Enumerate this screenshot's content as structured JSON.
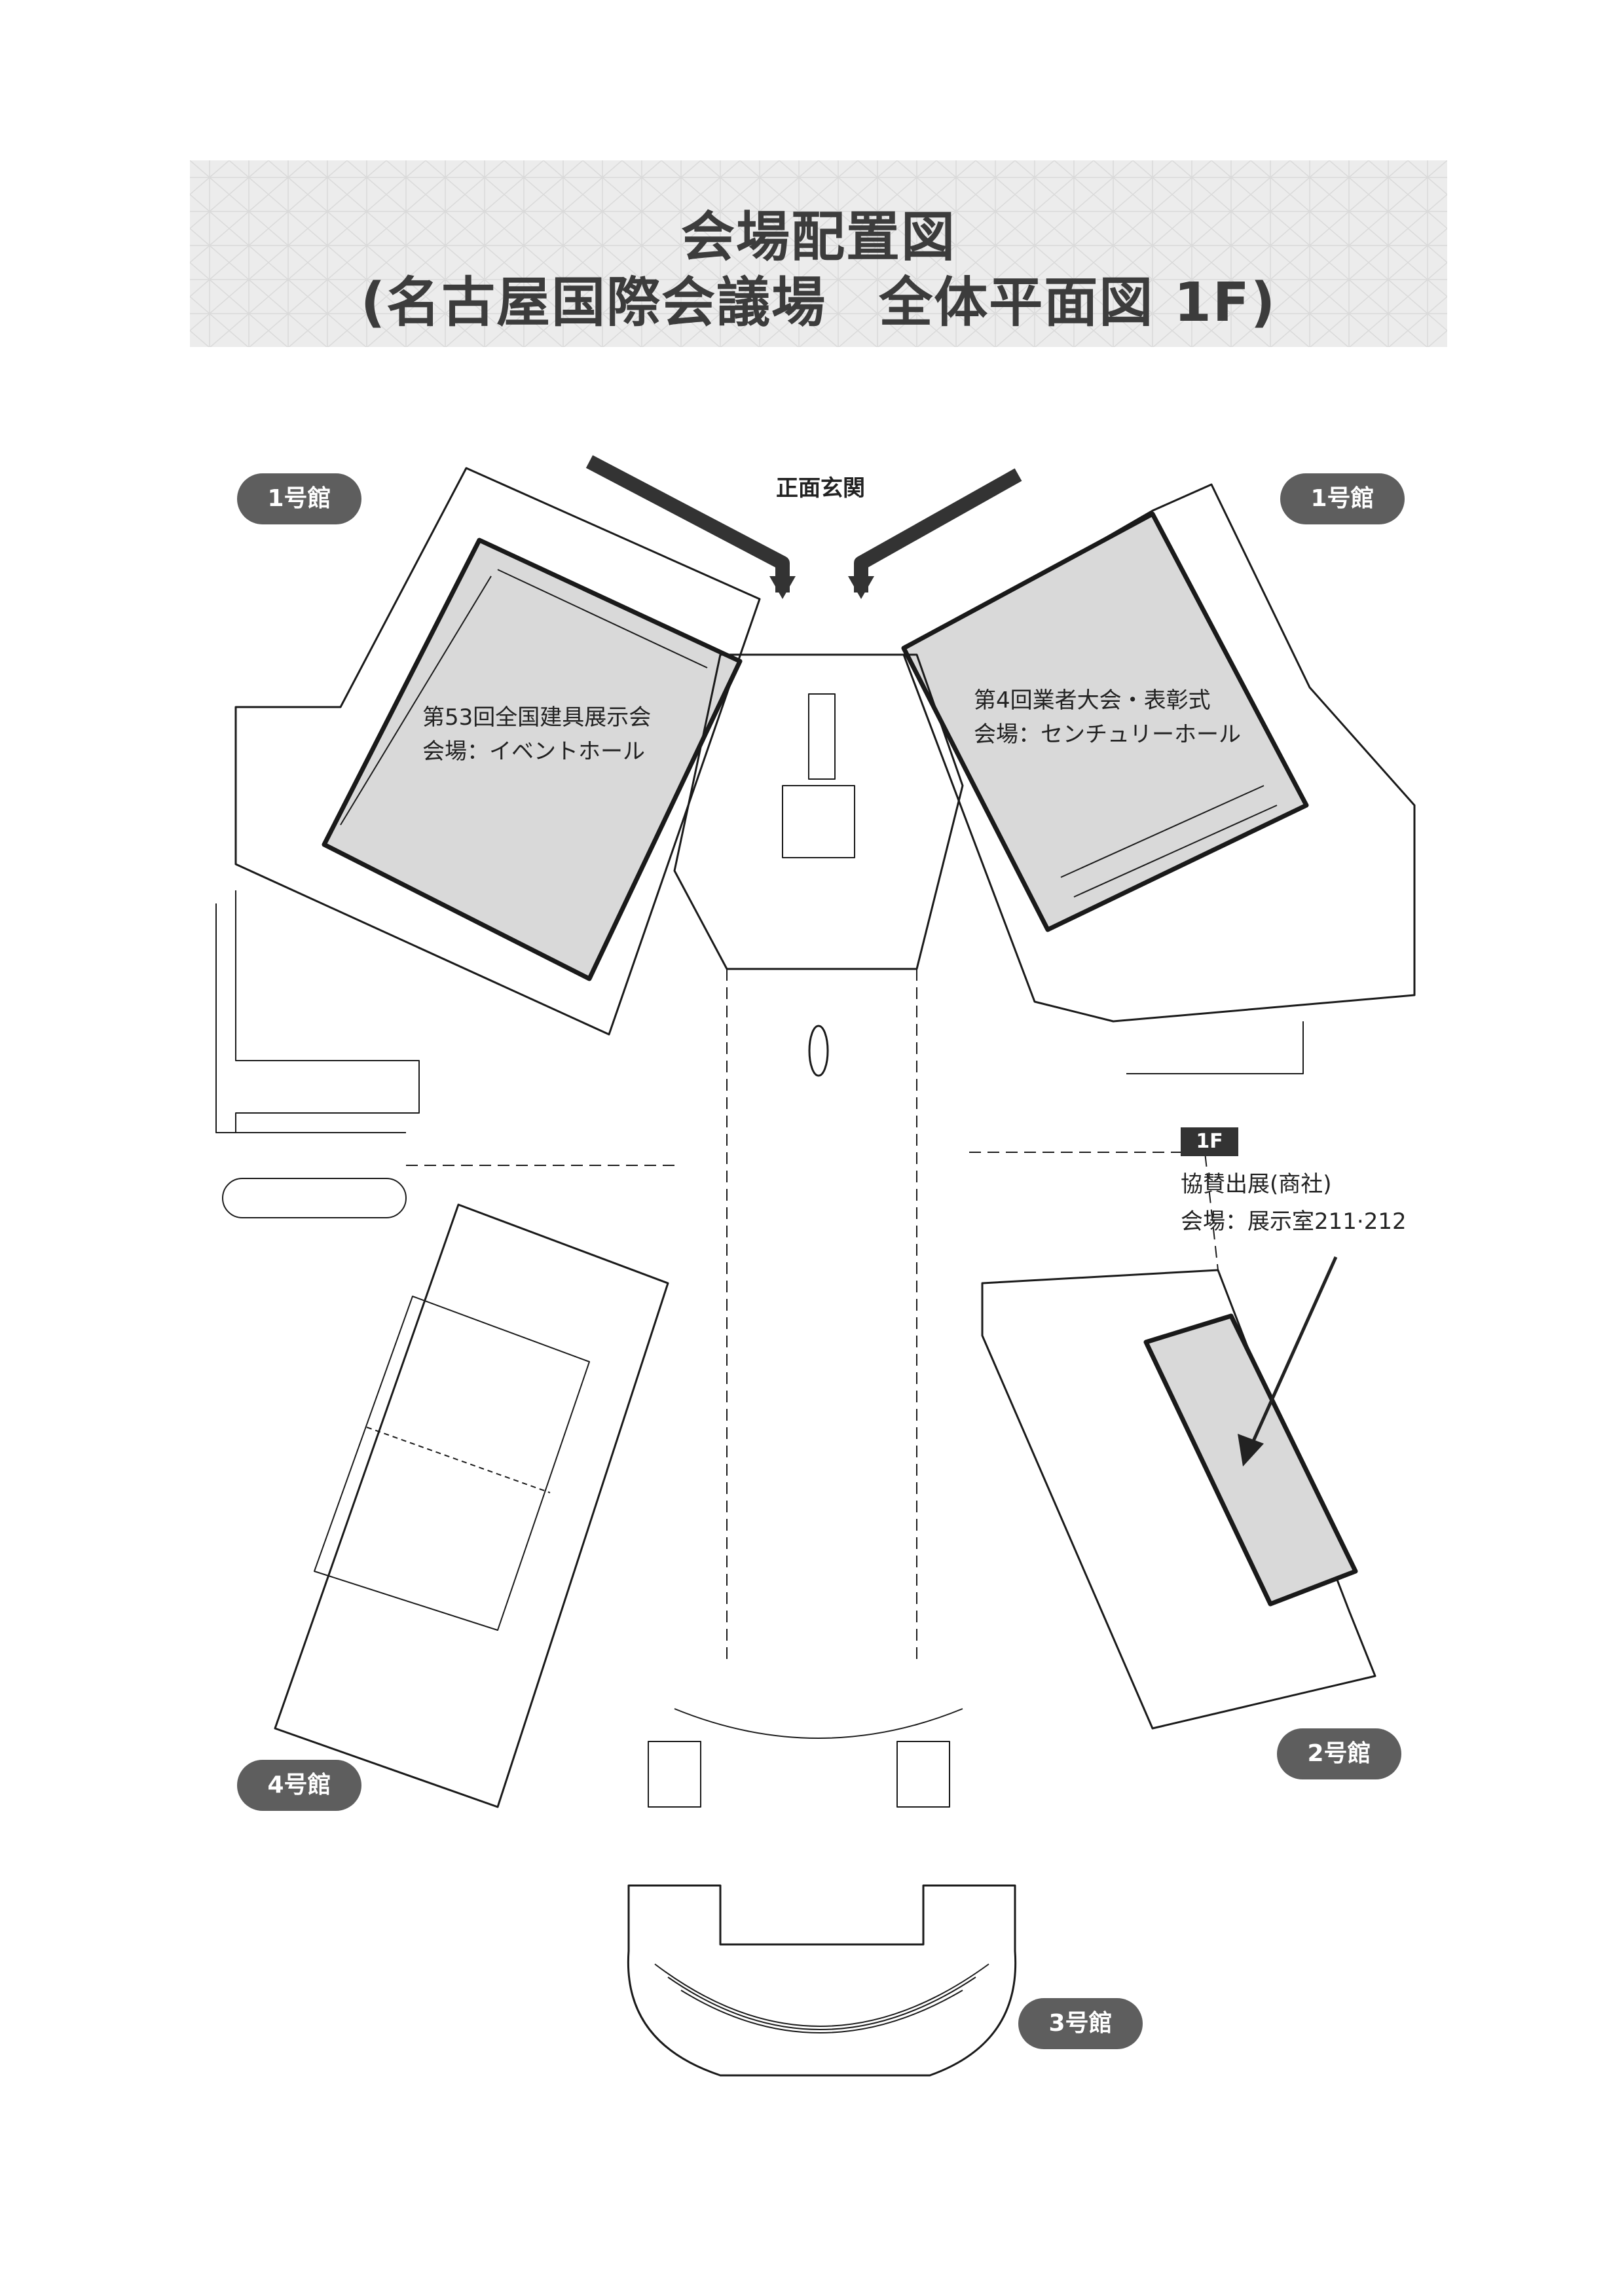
{
  "title": {
    "line1": "会場配置図",
    "line2_a": "(名古屋国際会議場",
    "line2_b": "全体平面図 1F)"
  },
  "entrance": {
    "label": "正面玄関"
  },
  "buildings": {
    "b1_left": "1号館",
    "b1_right": "1号館",
    "b2": "2号館",
    "b3": "3号館",
    "b4": "4号館"
  },
  "venues": {
    "event_hall": {
      "line1": "第53回全国建具展示会",
      "line2": "会場：イベントホール"
    },
    "century_hall": {
      "line1": "第4回業者大会・表彰式",
      "line2": "会場：センチュリーホール"
    },
    "exhibition_room": {
      "floor": "1F",
      "line1": "協賛出展(商社)",
      "line2": "会場：展示室211·212"
    }
  },
  "colors": {
    "pill": "#5e5e5e",
    "highlight_fill": "#d9d9d9",
    "wall": "#1a1a1a",
    "arrow": "#333333",
    "banner": "#ececec"
  }
}
